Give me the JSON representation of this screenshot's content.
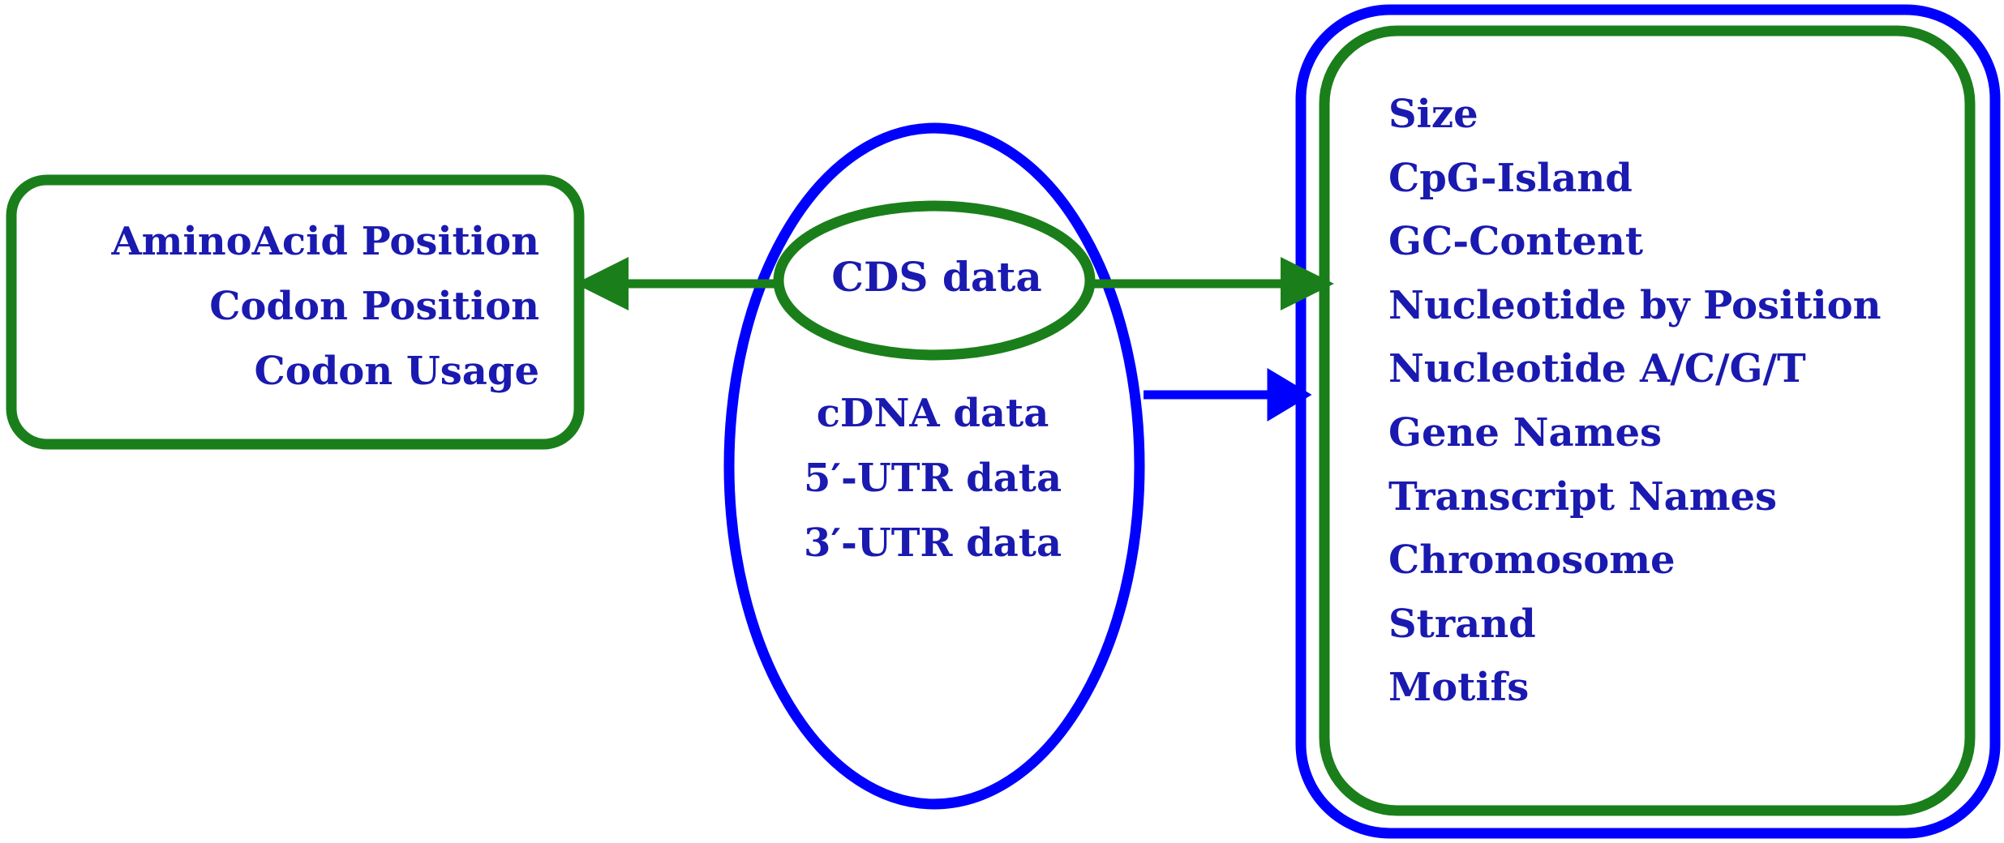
{
  "colors": {
    "blue": "#0000ff",
    "green": "#1a7f1a",
    "text": "#1a1ab0"
  },
  "left_box": {
    "items": [
      "AminoAcid Position",
      "Codon Position",
      "Codon Usage"
    ]
  },
  "center": {
    "cds_label": "CDS data",
    "items": [
      "cDNA data",
      "5′-UTR data",
      "3′-UTR data"
    ]
  },
  "right_box": {
    "items": [
      "Size",
      "CpG-Island",
      "GC-Content",
      "Nucleotide by Position",
      "Nucleotide A/C/G/T",
      "Gene Names",
      "Transcript Names",
      "Chromosome",
      "Strand",
      "Motifs"
    ]
  }
}
